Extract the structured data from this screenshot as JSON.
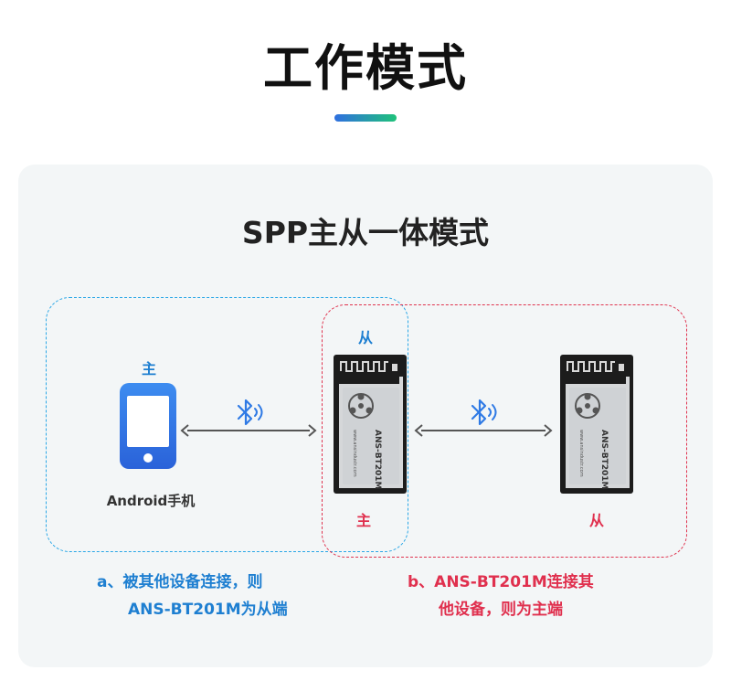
{
  "header": {
    "title": "工作模式"
  },
  "panel": {
    "title": "SPP主从一体模式"
  },
  "phone": {
    "role": "主",
    "label": "Android手机",
    "color": "#2f7ae5"
  },
  "module_left": {
    "role_top": "从",
    "role_bottom": "主",
    "model_text": "ANS-BT201M",
    "site_text": "www.ansindustr.com"
  },
  "module_right": {
    "role_bottom": "从",
    "model_text": "ANS-BT201M",
    "site_text": "www.ansindustr.com"
  },
  "captions": {
    "a_line1": "a、被其他设备连接，则",
    "a_line2": "ANS-BT201M为从端",
    "b_line1": "b、ANS-BT201M连接其",
    "b_line2": "他设备，则为主端"
  },
  "colors": {
    "blue_zone": "#2aa7e6",
    "red_zone": "#e0334f",
    "bluetooth": "#2f7ae5"
  },
  "icons": {
    "bluetooth": "bluetooth-icon",
    "phone": "smartphone-icon",
    "module": "bluetooth-module-icon"
  }
}
